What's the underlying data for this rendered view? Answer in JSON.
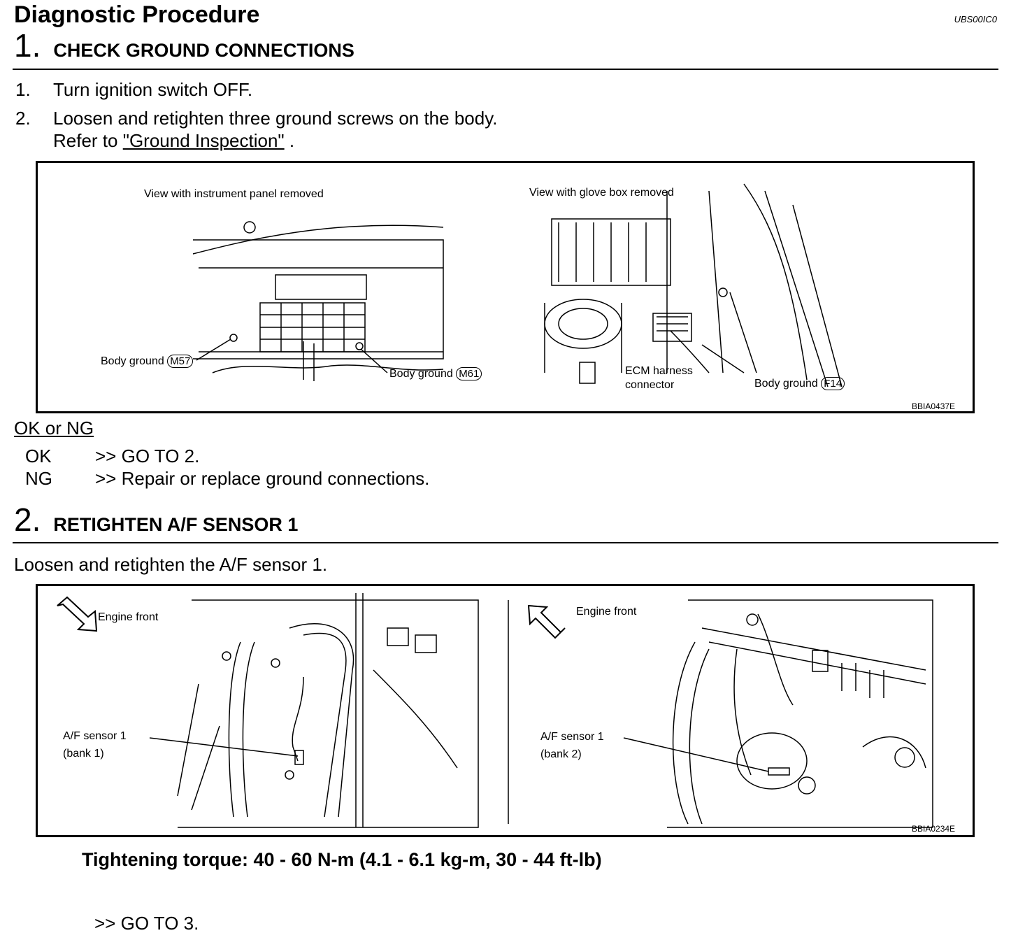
{
  "header": {
    "title": "Diagnostic Procedure",
    "doc_code": "UBS00IC0"
  },
  "step1": {
    "number": "1.",
    "title": "CHECK GROUND CONNECTIONS",
    "items": [
      {
        "n": "1.",
        "text": "Turn ignition switch OFF."
      },
      {
        "n": "2.",
        "text": "Loosen and retighten three ground screws on the body."
      }
    ],
    "refer_prefix": "Refer to ",
    "refer_link": "\"Ground Inspection\"",
    "refer_suffix": " .",
    "figure": {
      "left_title": "View with instrument panel removed",
      "right_title": "View with glove box removed",
      "label_m57": "Body ground",
      "code_m57": "M57",
      "label_m61": "Body ground",
      "code_m61": "M61",
      "label_ecm_1": "ECM harness",
      "label_ecm_2": "connector",
      "label_f14": "Body ground",
      "code_f14": "F14",
      "fig_code": "BBIA0437E"
    },
    "okng_title": "OK or NG",
    "ok_key": "OK",
    "ok_text": ">> GO TO 2.",
    "ng_key": "NG",
    "ng_text": ">> Repair or replace ground connections."
  },
  "step2": {
    "number": "2.",
    "title": "RETIGHTEN A/F SENSOR 1",
    "instruction": "Loosen and retighten the A/F sensor 1.",
    "figure": {
      "left_engine_front": "Engine front",
      "right_engine_front": "Engine front",
      "left_sensor": "A/F sensor 1",
      "left_bank": "(bank 1)",
      "right_sensor": "A/F sensor 1",
      "right_bank": "(bank 2)",
      "fig_code": "BBIA0234E"
    },
    "torque": "Tightening torque: 40 - 60 N-m (4.1 - 6.1 kg-m, 30 - 44 ft-lb)",
    "goto": ">> GO TO 3."
  }
}
